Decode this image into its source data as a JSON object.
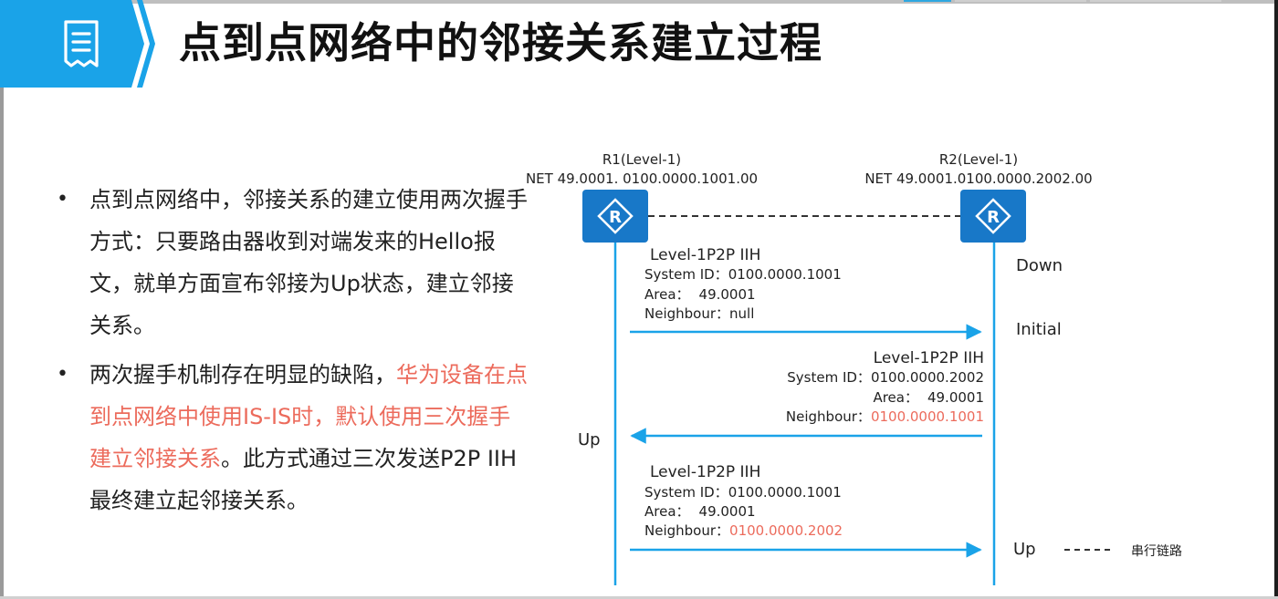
{
  "header": {
    "title": "点到点网络中的邻接关系建立过程",
    "icon": "document-icon",
    "colors": {
      "banner": "#1aa3e8",
      "chevron": "#1aa3e8"
    }
  },
  "bullets": [
    {
      "segments": [
        {
          "text": "点到点网络中，邻接关系的建立使用两次握手方式：只要路由器收到对端发来的Hello报文，就单方面宣布邻接为Up状态，建立邻接关系。",
          "highlight": false
        }
      ]
    },
    {
      "segments": [
        {
          "text": "两次握手机制存在明显的缺陷，",
          "highlight": false
        },
        {
          "text": "华为设备在点到点网络中使用IS-IS时，默认使用三次握手建立邻接关系",
          "highlight": true
        },
        {
          "text": "。此方式通过三次发送P2P IIH最终建立起邻接关系。",
          "highlight": false
        }
      ]
    }
  ],
  "diagram": {
    "r1": {
      "name": "R1(Level-1)",
      "net": "NET 49.0001. 0100.0000.1001.00",
      "icon": "router-icon"
    },
    "r2": {
      "name": "R2(Level-1)",
      "net": "NET 49.0001.0100.0000.2002.00",
      "icon": "router-icon"
    },
    "states": {
      "r2_down": "Down",
      "r2_initial": "Initial",
      "r1_up": "Up",
      "r2_up": "Up"
    },
    "messages": [
      {
        "title": "Level-1P2P IIH",
        "system_id_label": "System ID：",
        "system_id": "0100.0000.1001",
        "area_label": "Area：",
        "area": "49.0001",
        "neighbour_label": "Neighbour：",
        "neighbour": "null",
        "neighbour_highlight": false,
        "direction": "r1-to-r2"
      },
      {
        "title": "Level-1P2P IIH",
        "system_id_label": "System ID：",
        "system_id": "0100.0000.2002",
        "area_label": "Area：",
        "area": "49.0001",
        "neighbour_label": "Neighbour：",
        "neighbour": "0100.0000.1001",
        "neighbour_highlight": true,
        "direction": "r2-to-r1"
      },
      {
        "title": "Level-1P2P IIH",
        "system_id_label": "System ID：",
        "system_id": "0100.0000.1001",
        "area_label": "Area：",
        "area": "49.0001",
        "neighbour_label": "Neighbour：",
        "neighbour": "0100.0000.2002",
        "neighbour_highlight": true,
        "direction": "r1-to-r2"
      }
    ],
    "legend": {
      "label": "串行链路",
      "style": "dashed"
    },
    "colors": {
      "line": "#1aa3e8",
      "router": "#1878c8",
      "highlight": "#ec6b5c"
    }
  }
}
